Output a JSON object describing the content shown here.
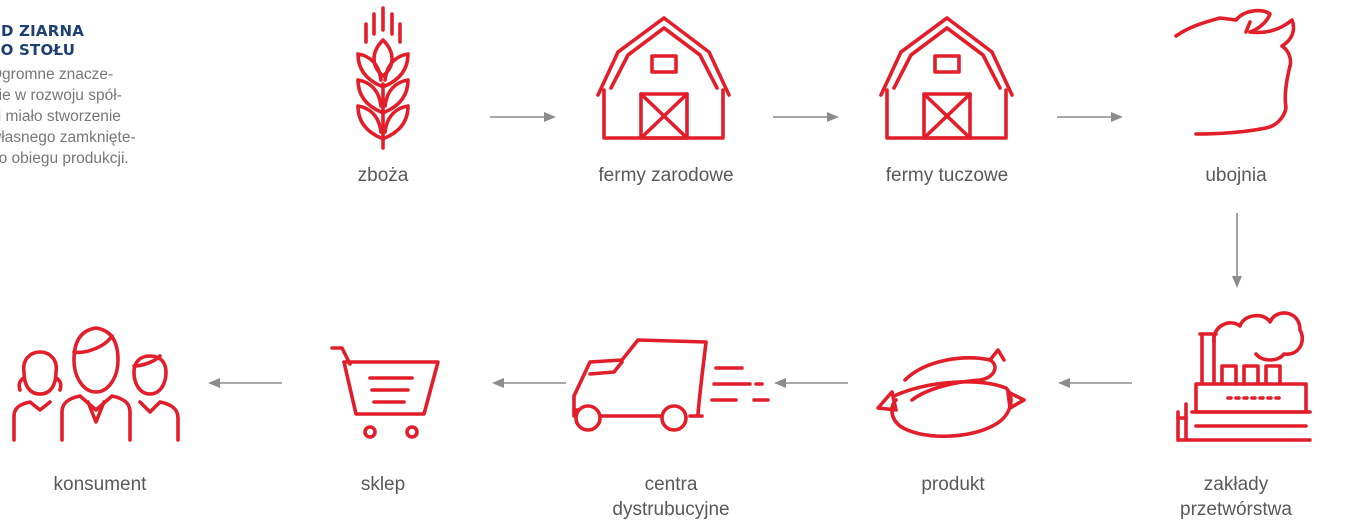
{
  "intro": {
    "title_line1": "OD ZIARNA",
    "title_line2": "DO STOŁU",
    "text_lines": [
      "Ogromne znacze-",
      "nie w rozwoju spół-",
      "ki miało stworzenie",
      "własnego zamknięte-",
      "go obiegu produkcji."
    ]
  },
  "steps": {
    "grain": "zboża",
    "breeding_farms": "fermy zarodowe",
    "fattening_farms": "fermy tuczowe",
    "slaughterhouse": "ubojnia",
    "processing_line1": "zakłady",
    "processing_line2": "przetwórstwa",
    "product": "produkt",
    "distribution_line1": "centra",
    "distribution_line2": "dystrubucyjne",
    "store": "sklep",
    "consumer": "konsument"
  },
  "colors": {
    "icon": "#e31e2b",
    "title": "#1e3f73",
    "arrow": "#8c8c8c",
    "text": "#595959"
  }
}
